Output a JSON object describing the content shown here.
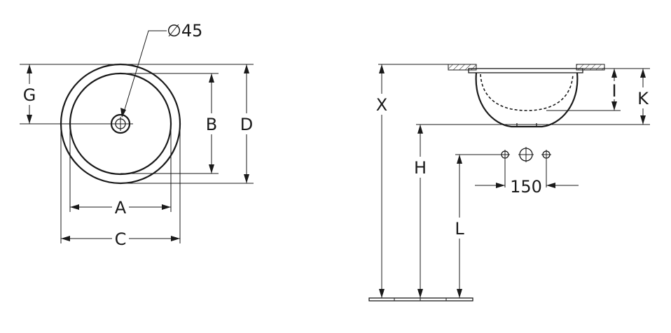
{
  "labels": {
    "drain_diameter": "∅45",
    "A": "A",
    "B": "B",
    "C": "C",
    "D": "D",
    "G": "G",
    "X": "X",
    "H": "H",
    "I": "I",
    "K": "K",
    "L": "L",
    "tap_spacing": "150"
  }
}
